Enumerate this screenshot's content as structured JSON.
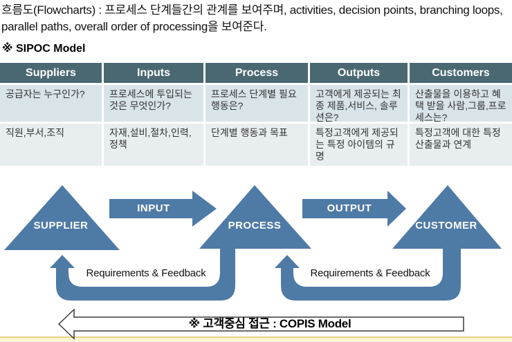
{
  "intro_text": "흐름도(Flowcharts) : 프로세스 단계들간의 관계를 보여주며, activities, decision points, branching loops, parallel paths, overall order of processing을 보여준다.",
  "sipoc_heading": "※ SIPOC Model",
  "table": {
    "headers": [
      "Suppliers",
      "Inputs",
      "Process",
      "Outputs",
      "Customers"
    ],
    "rows": [
      [
        "공급자는 누구인가?",
        "프로세스에 투입되는 것은 무엇인가?",
        "프로세스 단계별 필요행동은?",
        "고객에게 제공되는 최종 제품,서비스, 솔루션은?",
        "산출물을 이용하고 혜택 받을 사람,그룹,프로세스는?"
      ],
      [
        "직원,부서,조직",
        "자재,설비,절차,인력,정책",
        "단계별 행동과 목표",
        "특정고객에게 제공되는 특정 아이템의 규명",
        "특정고객에 대한 특정산출물과 연계"
      ]
    ]
  },
  "diagram": {
    "supplier_label": "SUPPLIER",
    "process_label": "PROCESS",
    "customer_label": "CUSTOMER",
    "input_label": "INPUT",
    "output_label": "OUTPUT",
    "feedback_left_label": "Requirements & Feedback",
    "feedback_right_label": "Requirements & Feedback",
    "copis_label": "※ 고객중심 접근 : COPIS Model"
  },
  "colors": {
    "table_header_bg": "#4a6872",
    "table_row1_bg": "#d9e4e8",
    "table_row2_bg": "#e8eef0",
    "shape_blue": "#4e7aa6",
    "strip_yellow": "#fcf5d5",
    "strip_border": "#e5d37e"
  }
}
